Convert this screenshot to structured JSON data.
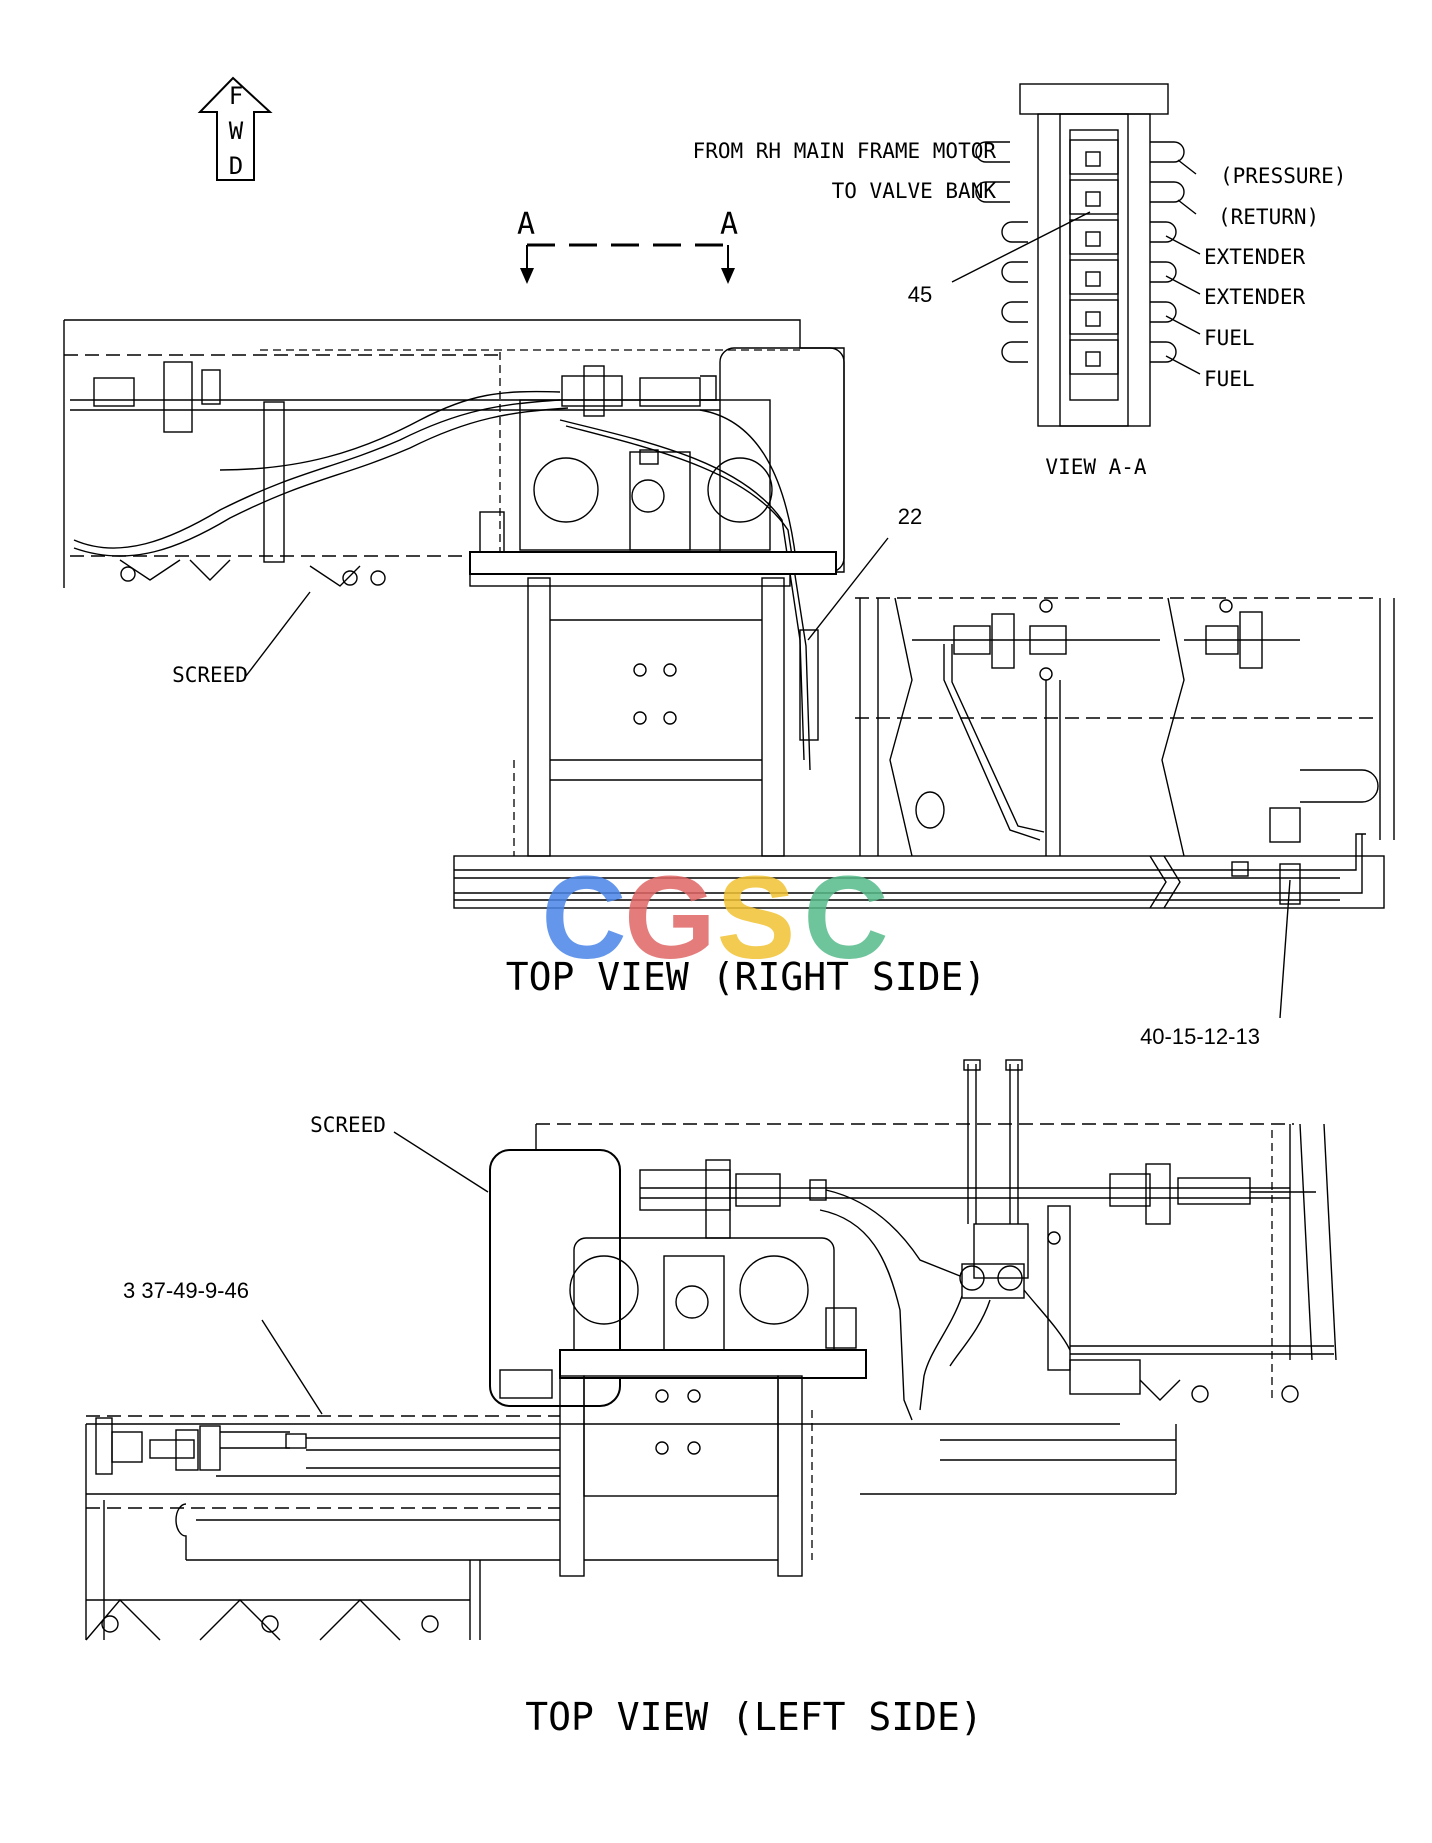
{
  "fwd_arrow": {
    "letters": [
      "F",
      "W",
      "D"
    ]
  },
  "section_marks": {
    "left": "A",
    "right": "A"
  },
  "view_aa": {
    "label_line1": "FROM RH MAIN FRAME MOTOR",
    "label_line2": "TO VALVE BANK",
    "callouts": [
      "(PRESSURE)",
      "(RETURN)",
      "EXTENDER",
      "EXTENDER",
      "FUEL",
      "FUEL"
    ],
    "part_number": "45",
    "title": "VIEW A-A"
  },
  "top_view_right": {
    "title": "TOP VIEW (RIGHT SIDE)",
    "screed_label": "SCREED",
    "part_22": "22",
    "part_multi": "40-15-12-13"
  },
  "top_view_left": {
    "title": "TOP VIEW (LEFT SIDE)",
    "screed_label": "SCREED",
    "part_multi": "3 37-49-9-46"
  },
  "watermark": {
    "letters": [
      "C",
      "G",
      "S",
      "C"
    ],
    "colors": [
      "#4a86e8",
      "#e06666",
      "#f1c232",
      "#57bb8a"
    ]
  }
}
